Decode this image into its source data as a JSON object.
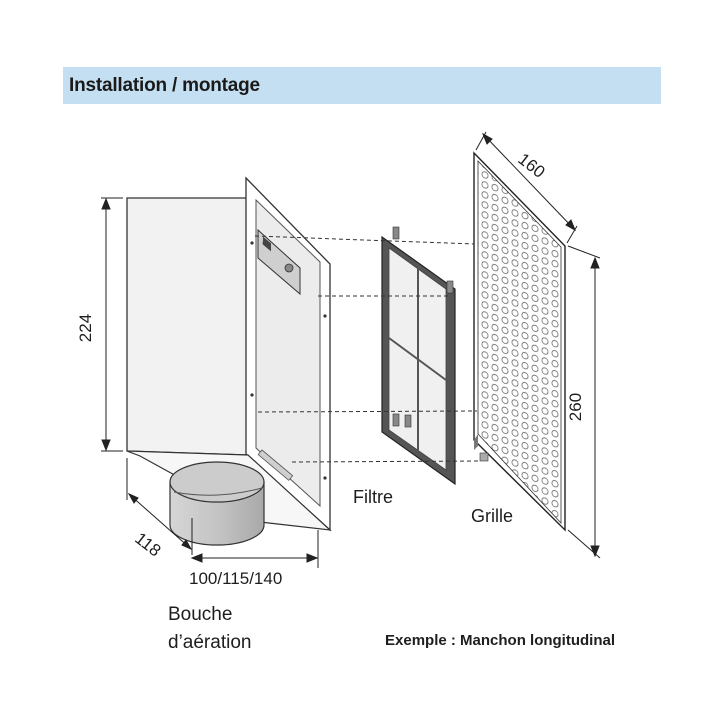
{
  "header": {
    "title": "Installation / montage",
    "background": "#c5dff2"
  },
  "labels": {
    "filtre": "Filtre",
    "grille": "Grille",
    "bouche_line1": "Bouche",
    "bouche_line2": "d’aération",
    "exemple": "Exemple : Manchon longitudinal"
  },
  "dimensions": {
    "height_box": "224",
    "depth": "118",
    "width_duct": "100/115/140",
    "grille_width": "160",
    "grille_height": "260"
  }
}
